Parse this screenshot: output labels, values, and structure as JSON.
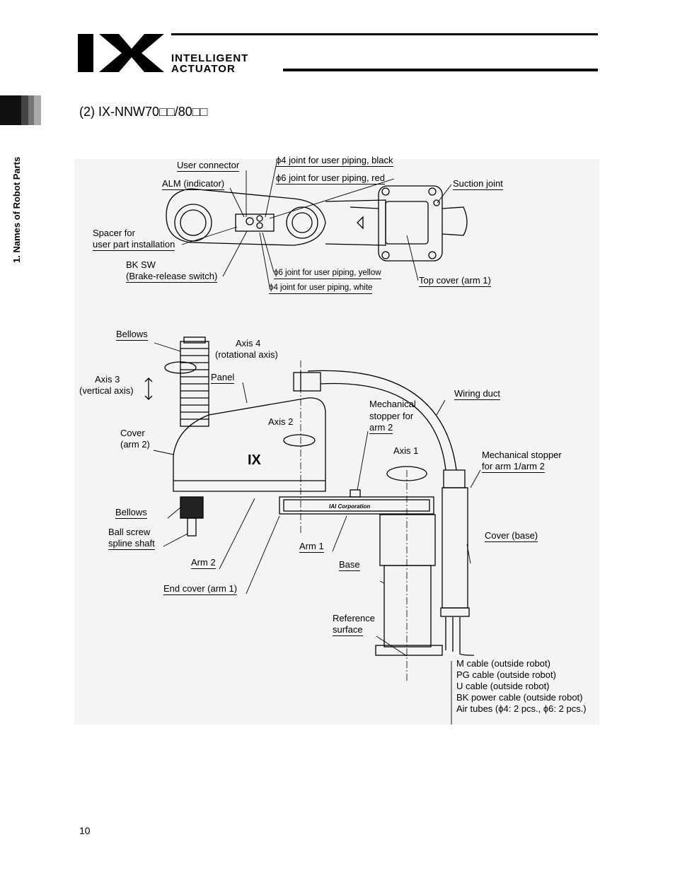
{
  "header": {
    "logo_mark": "IX",
    "logo_line1": "INTELLIGENT",
    "logo_line2": "ACTUATOR"
  },
  "sidebar": {
    "chapter_label": "1. Names of Robot Parts"
  },
  "section": {
    "title": "(2)    IX-NNW70□□/80□□"
  },
  "top_view_labels": {
    "user_connector": "User connector",
    "alm": "ALM (indicator)",
    "spacer_1": "Spacer for",
    "spacer_2": "user part installation",
    "bk_sw_1": "BK SW",
    "bk_sw_2": "(Brake-release switch)",
    "joint_black": "ϕ4 joint for user piping, black",
    "joint_red": "ϕ6 joint for user piping, red",
    "joint_yellow": "ϕ6 joint for user piping, yellow",
    "joint_white": "ϕ4 joint for user piping, white",
    "suction_joint": "Suction joint",
    "top_cover": "Top cover (arm 1)"
  },
  "side_view_labels": {
    "bellows_top": "Bellows",
    "axis4_1": "Axis 4",
    "axis4_2": "(rotational axis)",
    "axis3_1": "Axis 3",
    "axis3_2": "(vertical axis)",
    "panel": "Panel",
    "wiring_duct": "Wiring duct",
    "mech_stop2_1": "Mechanical",
    "mech_stop2_2": "stopper for",
    "mech_stop2_3": "arm 2",
    "axis2": "Axis 2",
    "cover_arm2_1": "Cover",
    "cover_arm2_2": "(arm 2)",
    "axis1": "Axis 1",
    "mech_stop12_1": "Mechanical stopper",
    "mech_stop12_2": "for arm 1/arm 2",
    "bellows_bottom": "Bellows",
    "ball_screw_1": "Ball screw",
    "ball_screw_2": "spline shaft",
    "cover_base": "Cover (base)",
    "arm1": "Arm 1",
    "arm2": "Arm 2",
    "base": "Base",
    "end_cover": "End cover (arm 1)",
    "ref_surface_1": "Reference",
    "ref_surface_2": "surface",
    "arm_brand": "IAI Corporation",
    "robot_logo": "IX"
  },
  "cables": [
    "M cable (outside robot)",
    "PG cable (outside robot)",
    "U cable (outside robot)",
    "BK power cable (outside robot)",
    "Air tubes (ϕ4: 2 pcs., ϕ6: 2 pcs.)"
  ],
  "footer": {
    "page_number": "10"
  }
}
